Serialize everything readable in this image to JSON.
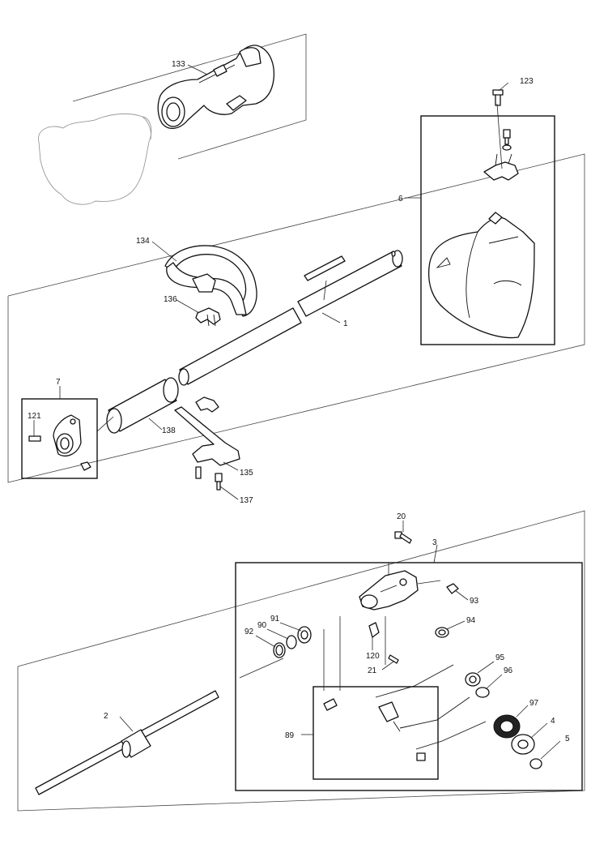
{
  "labels": {
    "p133": "133",
    "p123": "123",
    "p6": "6",
    "p134": "134",
    "p136": "136",
    "p1": "1",
    "p7": "7",
    "p121": "121",
    "p138": "138",
    "p135": "135",
    "p137": "137",
    "p20": "20",
    "p3": "3",
    "p93": "93",
    "p91": "91",
    "p90": "90",
    "p92": "92",
    "p94": "94",
    "p120": "120",
    "p21": "21",
    "p95": "95",
    "p96": "96",
    "p97": "97",
    "p4": "4",
    "p5": "5",
    "p2": "2",
    "p89": "89"
  }
}
